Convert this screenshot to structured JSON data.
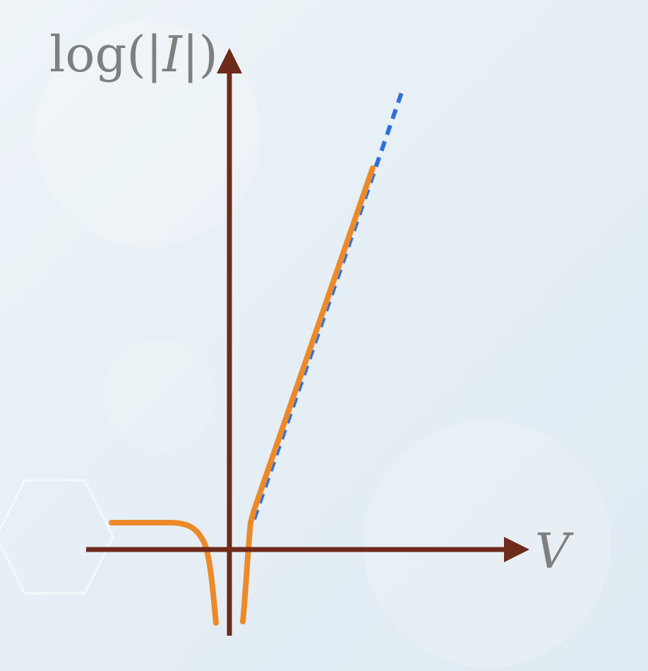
{
  "diagram": {
    "y_axis_label": {
      "prefix": "log(|",
      "variable": "I",
      "suffix": "|)"
    },
    "x_axis_label": "V",
    "colors": {
      "axis": "#6e2a1a",
      "curve": "#ec8a2a",
      "asymptote": "#2f6fdc",
      "label": "#7f7f7f",
      "decoration": "#ffffff"
    }
  }
}
